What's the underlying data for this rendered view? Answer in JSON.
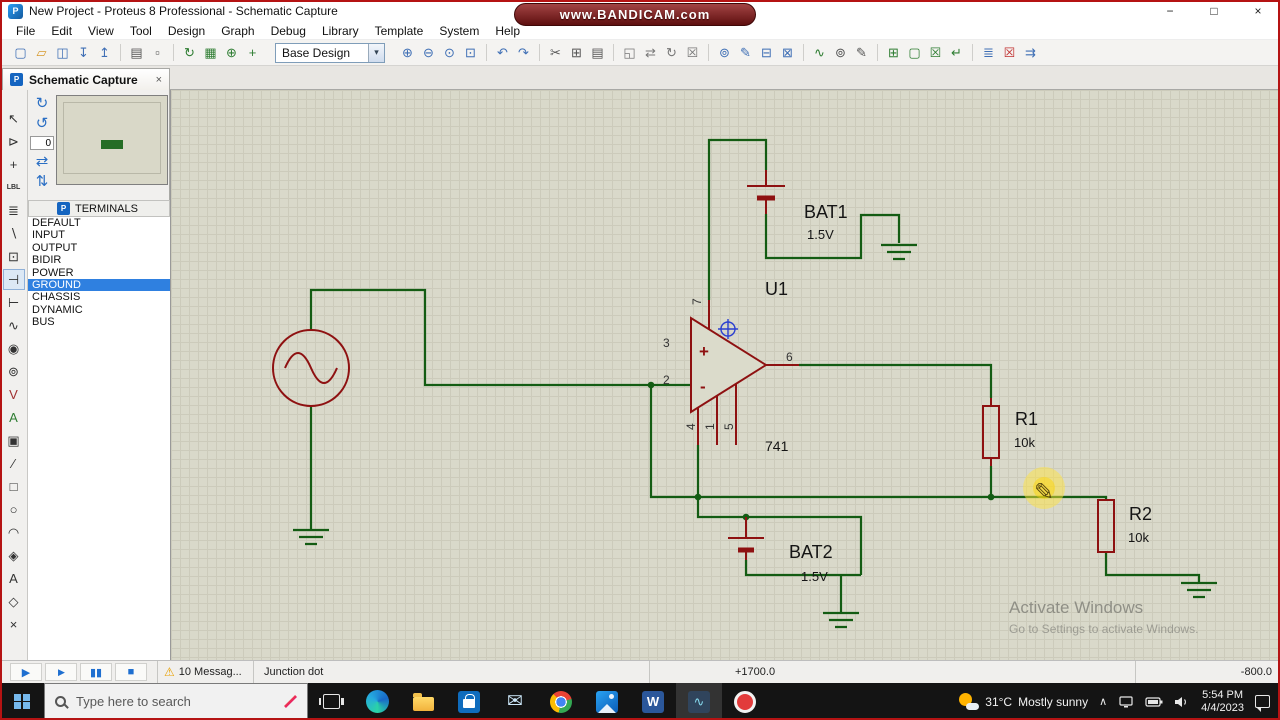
{
  "window": {
    "title": "New Project - Proteus 8 Professional - Schematic Capture"
  },
  "watermark": {
    "text": "www.BANDICAM.com"
  },
  "icons": {
    "app_logo": "P",
    "doc_logo": "P",
    "panel_logo": "P",
    "minimize": "−",
    "maximize": "□",
    "close": "×",
    "tab_close": "×",
    "combo_arrow": "▾",
    "warning": "⚠",
    "chevron_up": "∧",
    "mail": "✉",
    "word": "W",
    "proteus": "∿",
    "pencil": "✎",
    "rotate_cw": "↻",
    "rotate_ccw": "↺",
    "mirror_h": "⇄",
    "mirror_v": "⇅"
  },
  "menu": {
    "items": [
      {
        "name": "menu-file",
        "label": "File"
      },
      {
        "name": "menu-edit",
        "label": "Edit"
      },
      {
        "name": "menu-view",
        "label": "View"
      },
      {
        "name": "menu-tool",
        "label": "Tool"
      },
      {
        "name": "menu-design",
        "label": "Design"
      },
      {
        "name": "menu-graph",
        "label": "Graph"
      },
      {
        "name": "menu-debug",
        "label": "Debug"
      },
      {
        "name": "menu-library",
        "label": "Library"
      },
      {
        "name": "menu-template",
        "label": "Template"
      },
      {
        "name": "menu-system",
        "label": "System"
      },
      {
        "name": "menu-help",
        "label": "Help"
      }
    ]
  },
  "toolbar": {
    "design_select": "Base Design",
    "icons_left": [
      {
        "name": "new-design-icon",
        "glyph": "▢",
        "color": "#3f6fb5"
      },
      {
        "name": "open-design-icon",
        "glyph": "▱",
        "color": "#d79a2e"
      },
      {
        "name": "save-design-icon",
        "glyph": "◫",
        "color": "#3f6fb5"
      },
      {
        "name": "import-icon",
        "glyph": "↧",
        "color": "#3f6fb5"
      },
      {
        "name": "export-icon",
        "glyph": "↥",
        "color": "#3f6fb5"
      },
      {
        "sep": true
      },
      {
        "name": "print-icon",
        "glyph": "▤",
        "color": "#555555"
      },
      {
        "name": "mark-output-area-icon",
        "glyph": "▫",
        "color": "#555555"
      },
      {
        "sep": true
      },
      {
        "name": "redraw-icon",
        "glyph": "↻",
        "color": "#2e7d32"
      },
      {
        "name": "toggle-grid-icon",
        "glyph": "▦",
        "color": "#2e7d32"
      },
      {
        "name": "false-origin-icon",
        "glyph": "⊕",
        "color": "#2e7d32"
      },
      {
        "name": "center-at-cursor-icon",
        "glyph": "+",
        "color": "#2e7d32"
      }
    ],
    "icons_right": [
      {
        "name": "zoom-in-icon",
        "glyph": "⊕",
        "color": "#3f6fb5"
      },
      {
        "name": "zoom-out-icon",
        "glyph": "⊖",
        "color": "#3f6fb5"
      },
      {
        "name": "zoom-all-icon",
        "glyph": "⊙",
        "color": "#3f6fb5"
      },
      {
        "name": "zoom-area-icon",
        "glyph": "⊡",
        "color": "#3f6fb5"
      },
      {
        "sep": true
      },
      {
        "name": "undo-icon",
        "glyph": "↶",
        "color": "#3f6fb5"
      },
      {
        "name": "redo-icon",
        "glyph": "↷",
        "color": "#3f6fb5"
      },
      {
        "sep": true
      },
      {
        "name": "cut-icon",
        "glyph": "✂",
        "color": "#555555"
      },
      {
        "name": "copy-icon",
        "glyph": "⊞",
        "color": "#555555"
      },
      {
        "name": "paste-icon",
        "glyph": "▤",
        "color": "#555555"
      },
      {
        "sep": true
      },
      {
        "name": "block-copy-icon",
        "glyph": "◱",
        "color": "#777777"
      },
      {
        "name": "block-move-icon",
        "glyph": "⇄",
        "color": "#777777"
      },
      {
        "name": "block-rotate-icon",
        "glyph": "↻",
        "color": "#777777"
      },
      {
        "name": "block-delete-icon",
        "glyph": "☒",
        "color": "#777777"
      },
      {
        "sep": true
      },
      {
        "name": "pick-parts-icon",
        "glyph": "⊚",
        "color": "#3f6fb5"
      },
      {
        "name": "make-device-icon",
        "glyph": "✎",
        "color": "#3f6fb5"
      },
      {
        "name": "packaging-tool-icon",
        "glyph": "⊟",
        "color": "#3f6fb5"
      },
      {
        "name": "decompose-icon",
        "glyph": "⊠",
        "color": "#3f6fb5"
      },
      {
        "sep": true
      },
      {
        "name": "wire-autorouter-icon",
        "glyph": "∿",
        "color": "#2e7d32"
      },
      {
        "name": "search-tag-icon",
        "glyph": "⊚",
        "color": "#555555"
      },
      {
        "name": "property-assignment-icon",
        "glyph": "✎",
        "color": "#555555"
      },
      {
        "sep": true
      },
      {
        "name": "design-explorer-icon",
        "glyph": "⊞",
        "color": "#2e7d32"
      },
      {
        "name": "new-sheet-icon",
        "glyph": "▢",
        "color": "#2e7d32"
      },
      {
        "name": "remove-sheet-icon",
        "glyph": "☒",
        "color": "#2e7d32"
      },
      {
        "name": "goto-sheet-icon",
        "glyph": "↵",
        "color": "#2e7d32"
      },
      {
        "sep": true
      },
      {
        "name": "bill-of-materials-icon",
        "glyph": "≣",
        "color": "#3f6fb5"
      },
      {
        "name": "electrical-rule-check-icon",
        "glyph": "☒",
        "color": "#c03030"
      },
      {
        "name": "netlist-icon",
        "glyph": "⇉",
        "color": "#3f6fb5"
      }
    ]
  },
  "tab": {
    "label": "Schematic Capture"
  },
  "sidebar": {
    "rotation_angle": "0",
    "terminals_header": "TERMINALS",
    "modes": [
      {
        "name": "selection-mode-icon",
        "glyph": "↖"
      },
      {
        "name": "component-mode-icon",
        "glyph": "⊳"
      },
      {
        "name": "junction-dot-mode-icon",
        "glyph": "+"
      },
      {
        "name": "wire-label-mode-icon",
        "glyph": "LBL",
        "small": true
      },
      {
        "name": "text-script-mode-icon",
        "glyph": "≣"
      },
      {
        "name": "buses-mode-icon",
        "glyph": "∖"
      },
      {
        "name": "subcircuit-mode-icon",
        "glyph": "⊡"
      },
      {
        "name": "terminals-mode-icon",
        "glyph": "⊣",
        "selected": true
      },
      {
        "name": "device-pins-mode-icon",
        "glyph": "⊢"
      },
      {
        "name": "graph-mode-icon",
        "glyph": "∿"
      },
      {
        "name": "tape-recorder-mode-icon",
        "glyph": "◉"
      },
      {
        "name": "generator-mode-icon",
        "glyph": "⊚"
      },
      {
        "name": "voltage-probe-mode-icon",
        "glyph": "V",
        "color": "#a03030"
      },
      {
        "name": "current-probe-mode-icon",
        "glyph": "A",
        "color": "#2e7d32"
      },
      {
        "name": "instruments-mode-icon",
        "glyph": "▣"
      },
      {
        "name": "line-2d-icon",
        "glyph": "∕"
      },
      {
        "name": "box-2d-icon",
        "glyph": "□"
      },
      {
        "name": "circle-2d-icon",
        "glyph": "○"
      },
      {
        "name": "arc-2d-icon",
        "glyph": "◠"
      },
      {
        "name": "path-2d-icon",
        "glyph": "◈"
      },
      {
        "name": "text-2d-icon",
        "glyph": "A"
      },
      {
        "name": "symbol-2d-icon",
        "glyph": "◇"
      },
      {
        "name": "marker-2d-icon",
        "glyph": "×"
      }
    ],
    "terminals": [
      {
        "name": "terminal-default",
        "label": "DEFAULT"
      },
      {
        "name": "terminal-input",
        "label": "INPUT"
      },
      {
        "name": "terminal-output",
        "label": "OUTPUT"
      },
      {
        "name": "terminal-bidir",
        "label": "BIDIR"
      },
      {
        "name": "terminal-power",
        "label": "POWER"
      },
      {
        "name": "terminal-ground",
        "label": "GROUND",
        "selected": true
      },
      {
        "name": "terminal-chassis",
        "label": "CHASSIS"
      },
      {
        "name": "terminal-dynamic",
        "label": "DYNAMIC"
      },
      {
        "name": "terminal-bus",
        "label": "BUS"
      }
    ]
  },
  "circuit": {
    "bat1_ref": "BAT1",
    "bat1_val": "1.5V",
    "bat2_ref": "BAT2",
    "bat2_val": "1.5V",
    "u1_ref": "U1",
    "u1_val": "741",
    "r1_ref": "R1",
    "r1_val": "10k",
    "r2_ref": "R2",
    "r2_val": "10k",
    "pin3": "3",
    "pin2": "2",
    "pin7": "7",
    "pin6": "6",
    "pin4": "4",
    "pin1": "1",
    "pin5": "5",
    "plus": "+",
    "minus": "-",
    "wire_color": "#135c13",
    "component_color": "#8e1111"
  },
  "activate": {
    "line1": "Activate Windows",
    "line2": "Go to Settings to activate Windows."
  },
  "statusbar": {
    "controls": [
      {
        "name": "play-button",
        "glyph": "▶"
      },
      {
        "name": "step-button",
        "glyph": "▶"
      },
      {
        "name": "pause-button",
        "glyph": "▮▮"
      },
      {
        "name": "stop-button",
        "glyph": "■"
      }
    ],
    "messages": "10 Messag...",
    "hint": "Junction dot",
    "coord_x": "+1700.0",
    "coord_y": "-800.0"
  },
  "taskbar": {
    "search_placeholder": "Type here to search",
    "weather_temp": "31°C",
    "weather_desc": "Mostly sunny",
    "time": "5:54 PM",
    "date": "4/4/2023"
  }
}
